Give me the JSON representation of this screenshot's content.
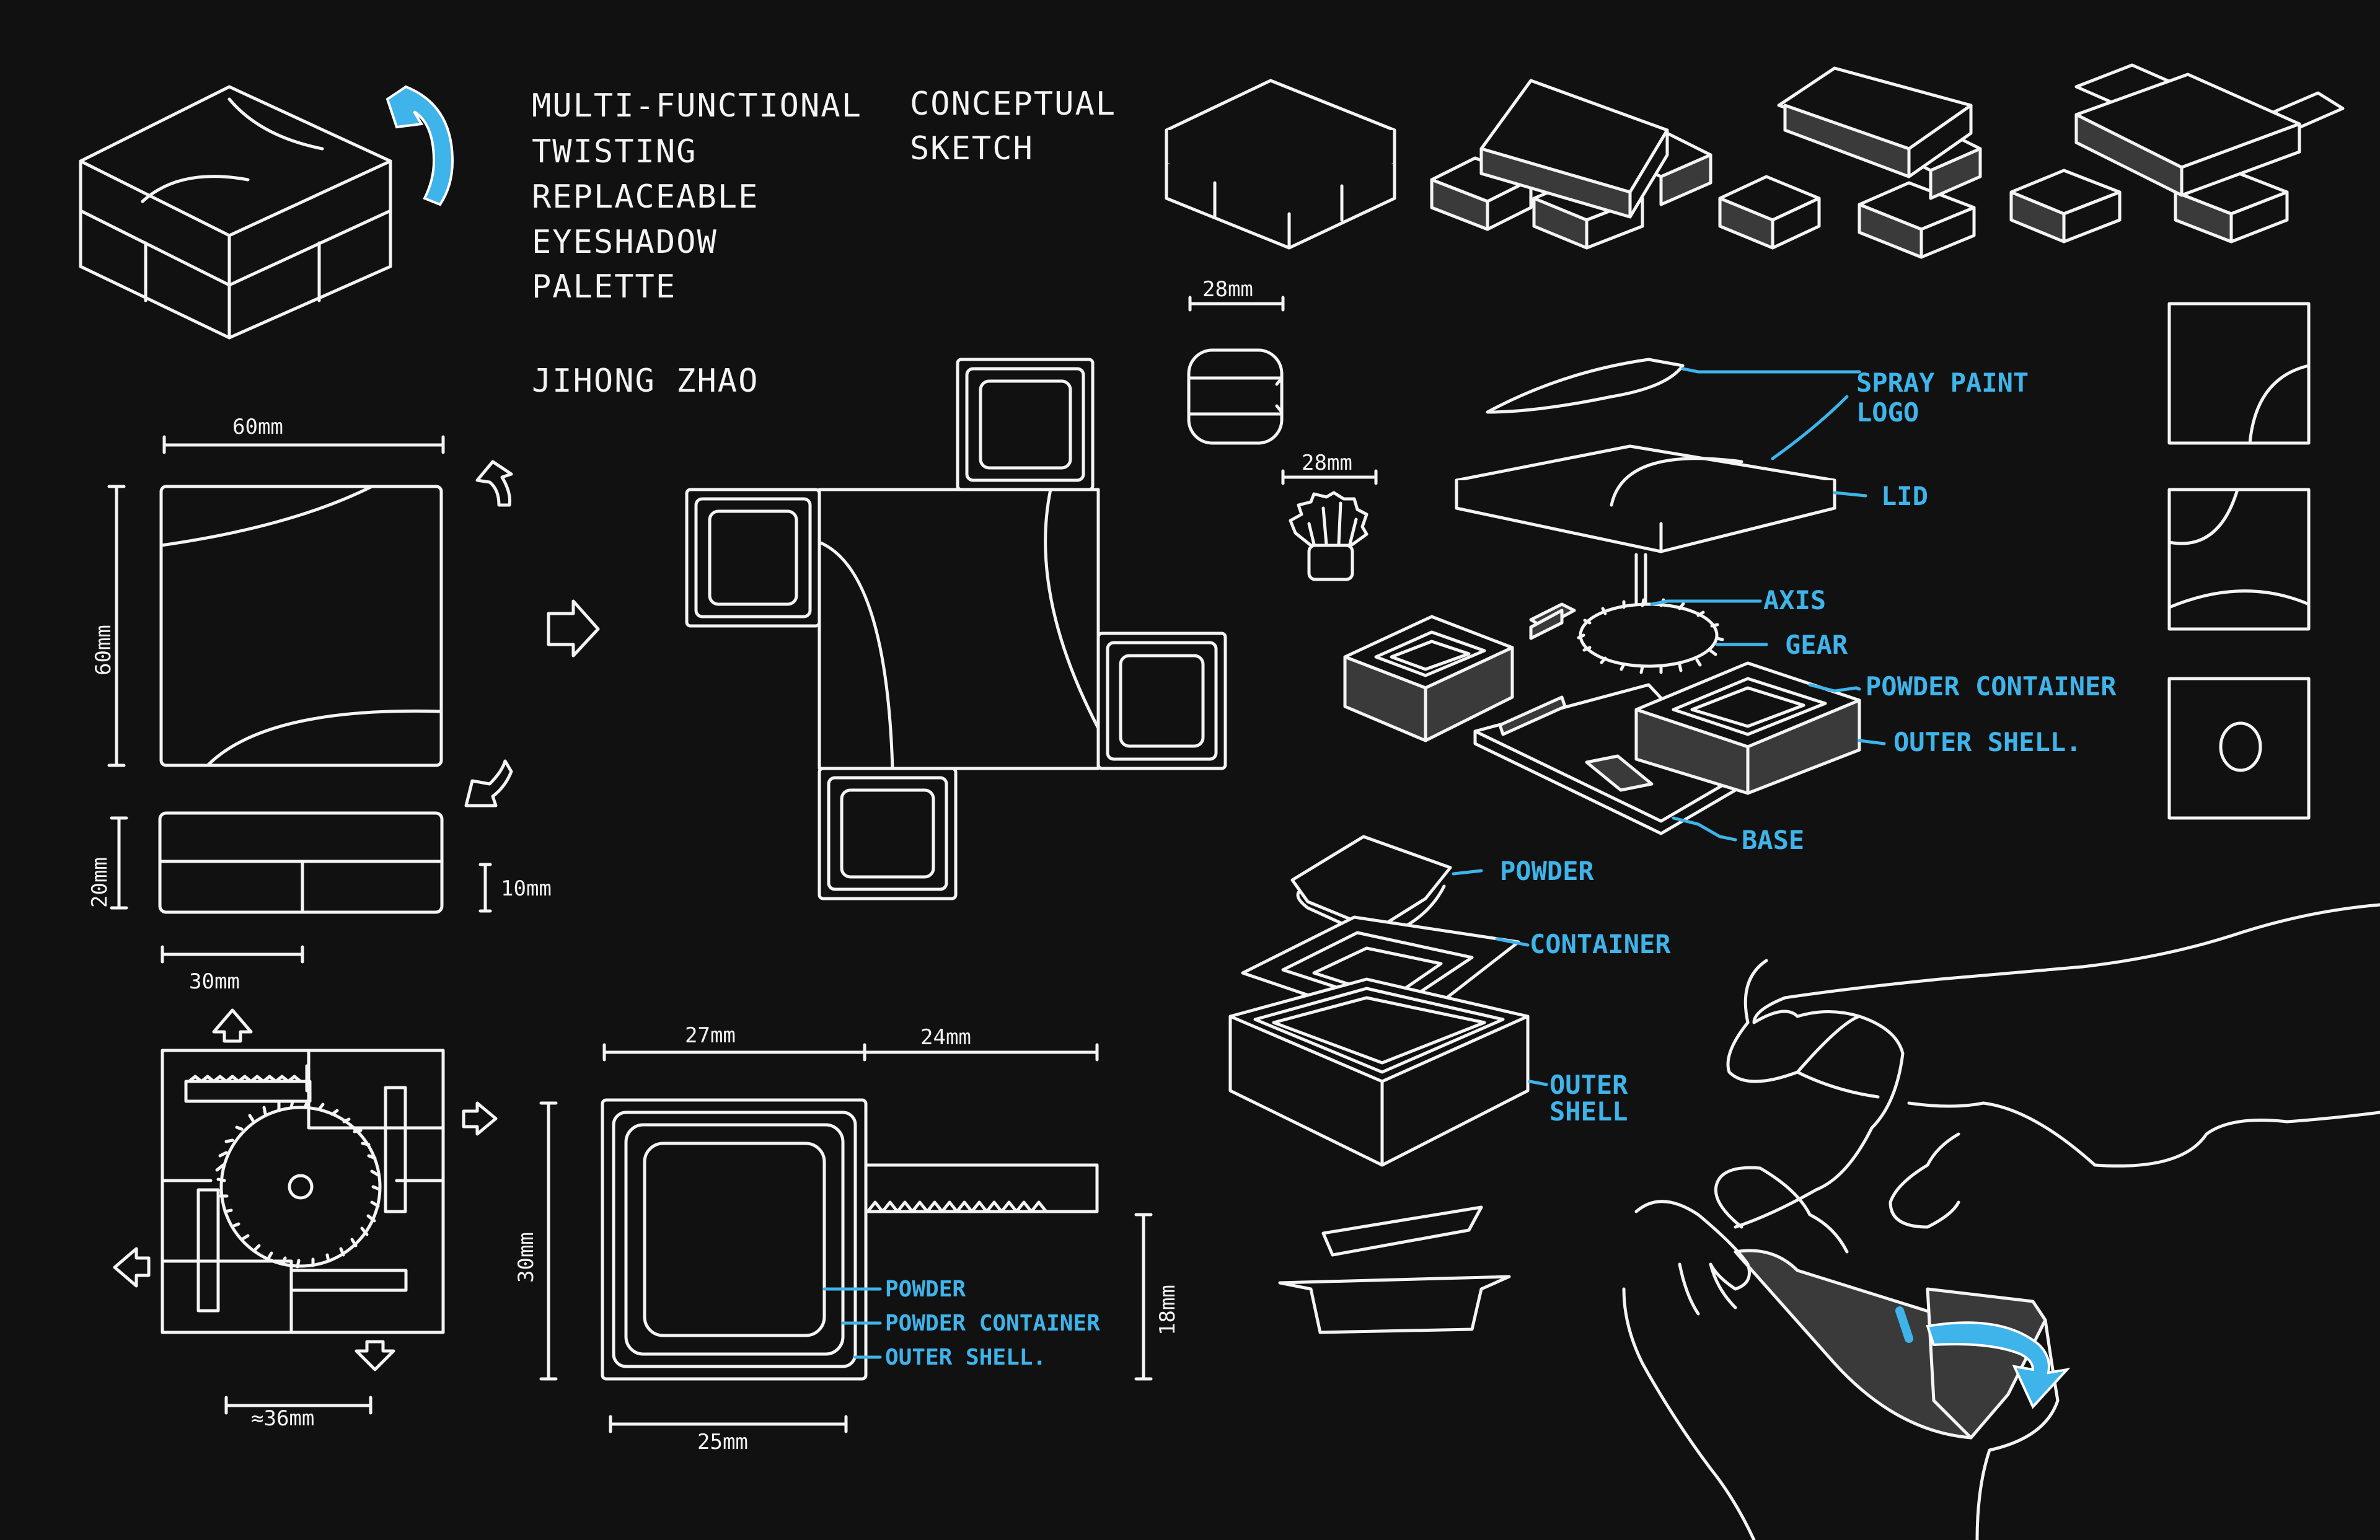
{
  "title": {
    "lines": [
      "MULTI-FUNCTIONAL",
      "TWISTING",
      "REPLACEABLE",
      "EYESHADOW",
      "PALETTE"
    ],
    "subtitle_lines": [
      "CONCEPTUAL",
      "SKETCH"
    ],
    "author": "JIHONG ZHAO"
  },
  "dimensions": {
    "top_width": "60mm",
    "top_height": "60mm",
    "side_height": "20mm",
    "layer_height": "10mm",
    "half_width": "30mm",
    "gear_width": "≈36mm",
    "brush_top": "28mm",
    "brush_mid": "28mm",
    "section_width_a": "27mm",
    "section_width_b": "24mm",
    "section_height": "30mm",
    "section_inner_height": "18mm",
    "section_base": "25mm"
  },
  "exploded_labels": {
    "spray": "SPRAY PAINT",
    "logo": "LOGO",
    "lid": "LID",
    "axis": "AXIS",
    "gear": "GEAR",
    "powder_container": "POWDER CONTAINER",
    "outer_shell": "OUTER SHELL.",
    "base": "BASE"
  },
  "container_labels": {
    "powder": "POWDER",
    "container": "CONTAINER",
    "outer": "OUTER",
    "shell": "SHELL"
  },
  "section_labels": {
    "powder": "POWDER",
    "powder_container": "POWDER CONTAINER",
    "outer_shell": "OUTER SHELL."
  },
  "colors": {
    "background": "#111111",
    "line": "#f4f4f4",
    "accent": "#3fb4ea"
  }
}
